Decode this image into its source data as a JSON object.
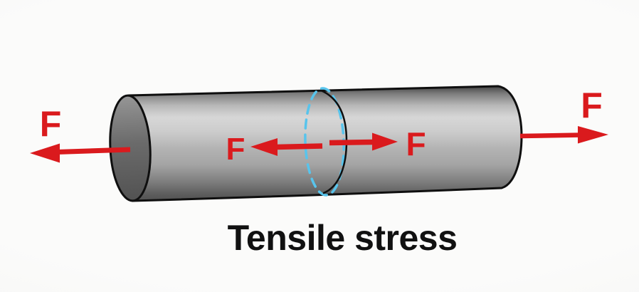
{
  "title": "Tensile stress",
  "force_labels": {
    "outer_left": "F",
    "inner_left": "F",
    "inner_right": "F",
    "outer_right": "F"
  },
  "colors": {
    "arrow_red": "#da1a1d",
    "section_blue": "#58c4ec",
    "outline": "#0f0f0f",
    "rod_highlight": "#d7d7d7",
    "rod_mid": "#a4a4a4",
    "rod_dark": "#4e4e4e",
    "cap_gray": "#6b6b6b",
    "background": "#fbfbfa",
    "title_color": "#111111"
  }
}
